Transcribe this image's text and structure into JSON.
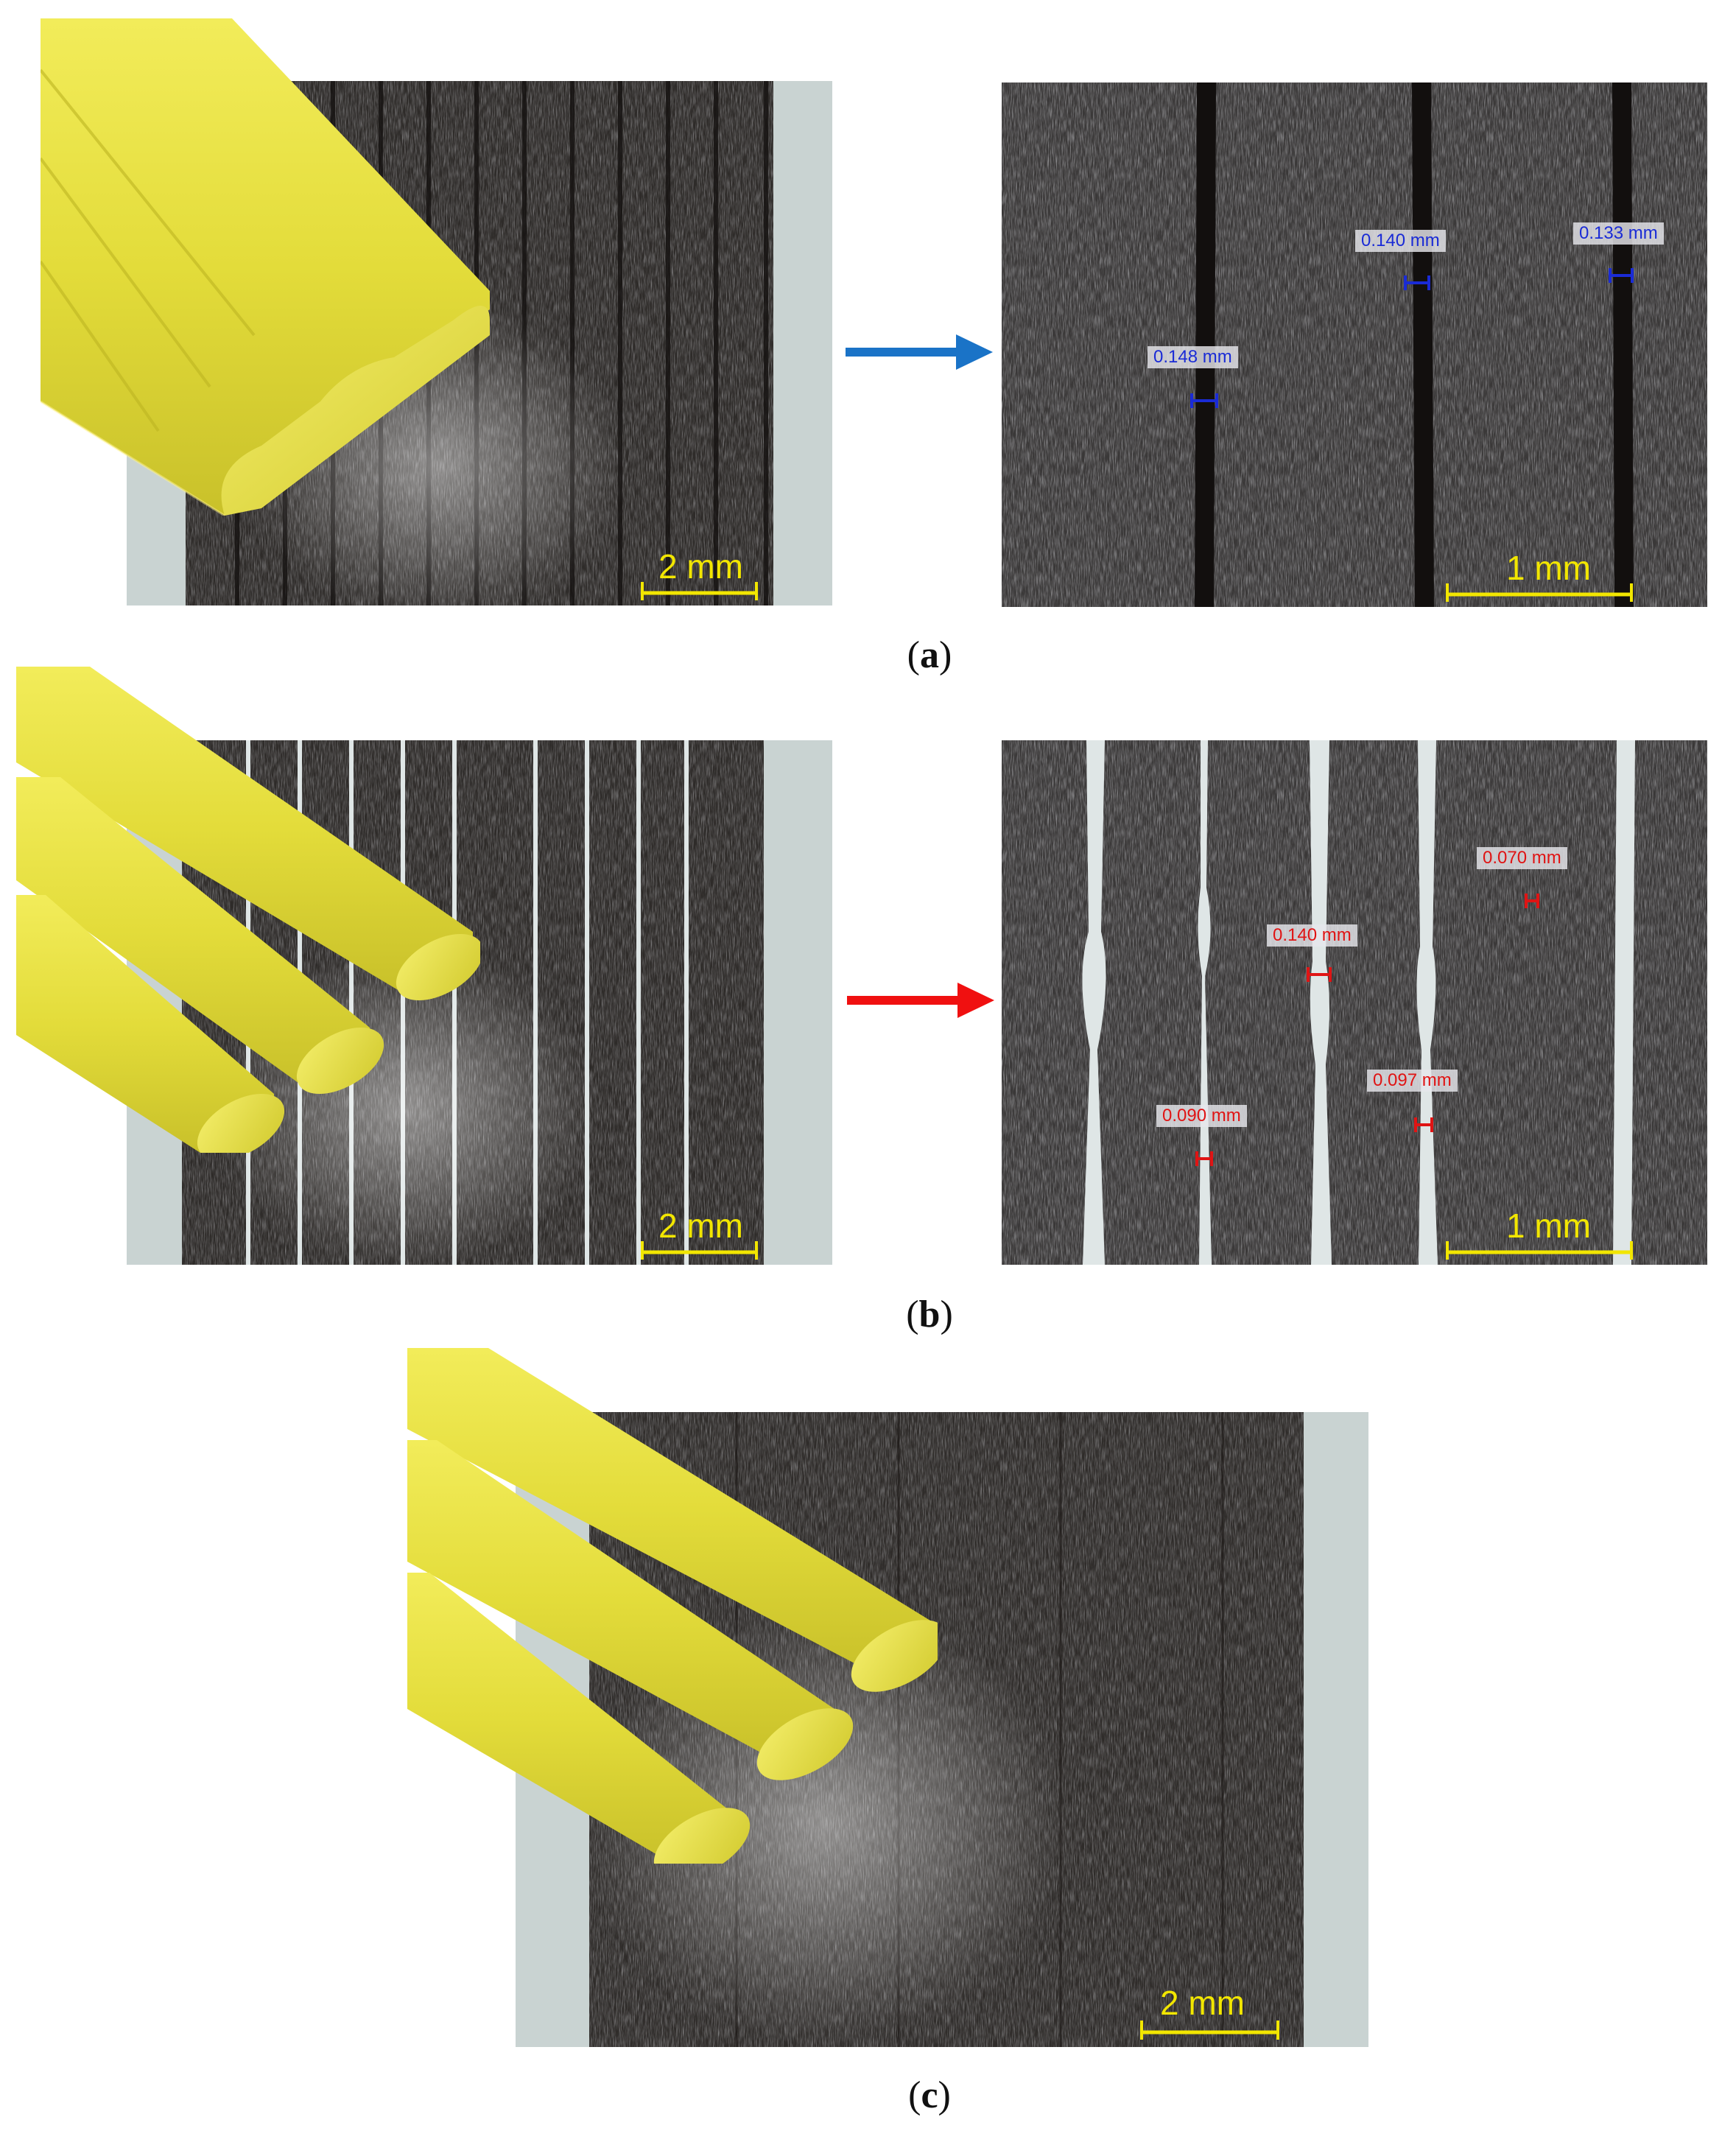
{
  "panels": [
    {
      "id": "a",
      "caption_letter": "a",
      "overview_scale": "2 mm",
      "zoom_scale": "1 mm",
      "arrow_color": "#1a73c7",
      "measure_color": "#1a2bd6",
      "measurements": [
        "0.148 mm",
        "0.140 mm",
        "0.133 mm"
      ]
    },
    {
      "id": "b",
      "caption_letter": "b",
      "overview_scale": "2 mm",
      "zoom_scale": "1 mm",
      "arrow_color": "#f01010",
      "measure_color": "#e01414",
      "measurements": [
        "0.070 mm",
        "0.140 mm",
        "0.097 mm",
        "0.090 mm"
      ]
    },
    {
      "id": "c",
      "caption_letter": "c",
      "overview_scale": "2 mm"
    }
  ],
  "colors": {
    "strand_yellow": "#e6df3c",
    "scale_bar_yellow": "#f2e600",
    "background_plate": "#c9d3d2"
  }
}
